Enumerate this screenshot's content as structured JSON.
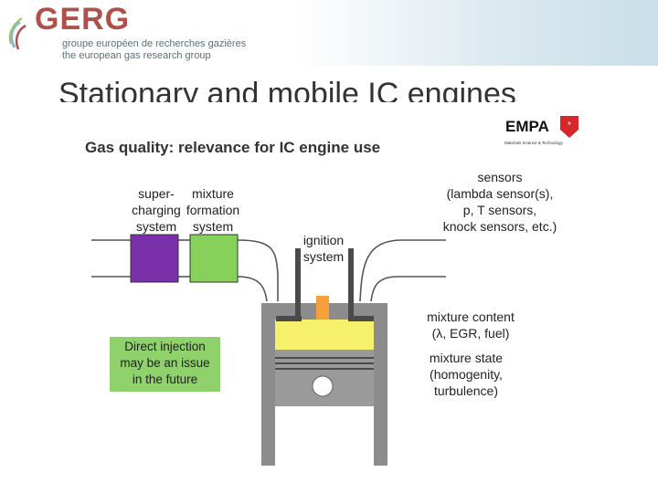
{
  "header": {
    "logo_name": "GERG",
    "line1": "groupe européen de recherches gazières",
    "line2": "the european gas research group"
  },
  "slide": {
    "title": "Stationary and mobile IC engines"
  },
  "figure": {
    "heading": "Gas quality: relevance for IC engine use",
    "logo_empa": "EMPA",
    "logo_empa_sub": "Materials Science & Technology",
    "supercharging": [
      "super-",
      "charging",
      "system"
    ],
    "mixture_formation": [
      "mixture",
      "formation",
      "system"
    ],
    "ignition": [
      "ignition",
      "system"
    ],
    "sensors": [
      "sensors",
      "(lambda sensor(s),",
      "p, T sensors,",
      "knock sensors, etc.)"
    ],
    "mixture_content": [
      "mixture content",
      "(λ, EGR, fuel)"
    ],
    "mixture_state": [
      "mixture state",
      "(homogenity,",
      "turbulence)"
    ],
    "direct_injection": [
      "Direct injection",
      "may be an issue",
      "in the future"
    ]
  },
  "colors": {
    "purple": "#7b2fa8",
    "green": "#85d15a",
    "yellow": "#f7f06a",
    "orange": "#f5a03a",
    "engine_grey": "#8c8c8c",
    "dark_grey": "#4a4a4a",
    "gerg_red": "#b0504b"
  }
}
